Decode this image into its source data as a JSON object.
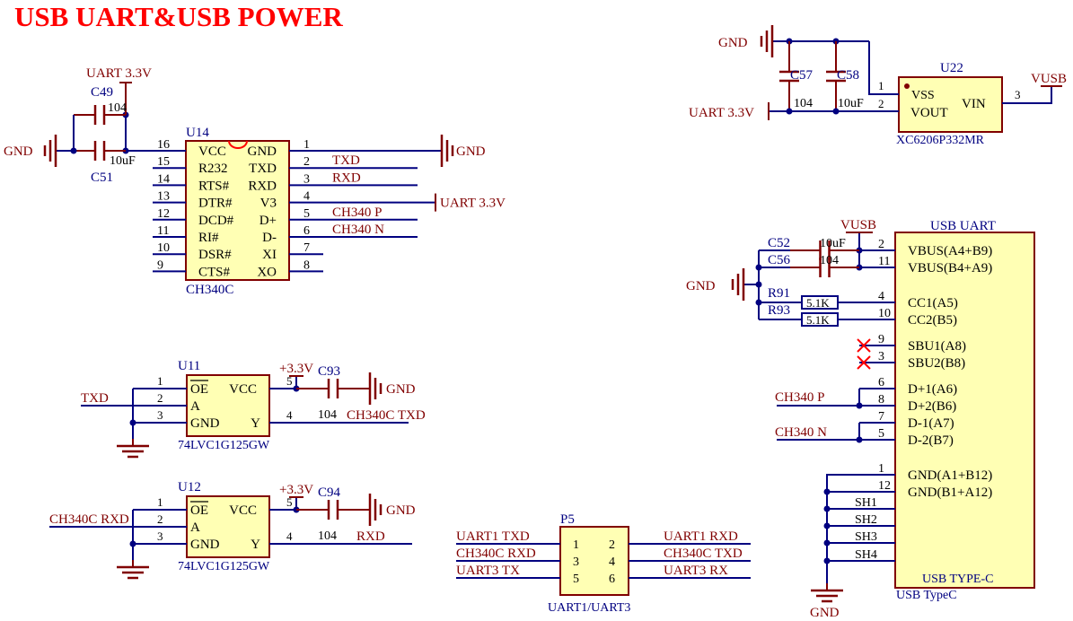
{
  "title": "USB UART&USB POWER",
  "colors": {
    "wire": "#000080",
    "part": "#800000",
    "fill": "#ffffb4",
    "text": "#000000",
    "netlabel": "#800000",
    "refdes": "#000080",
    "title": "#ff0000"
  },
  "power": {
    "gnd": "GND",
    "uart33": "UART_3.3V",
    "vusb": "VUSB",
    "p33": "+3.3V"
  },
  "caps": {
    "c49": "C49",
    "c49v": "104",
    "c51": "C51",
    "c51v": "10uF",
    "c57": "C57",
    "c57v": "104",
    "c58": "C58",
    "c58v": "10uF",
    "c52": "C52",
    "c52v": "10uF",
    "c56": "C56",
    "c56v": "104",
    "c93": "C93",
    "c93v": "104",
    "c94": "C94",
    "c94v": "104"
  },
  "resistors": {
    "r91": "R91",
    "r91v": "5.1K",
    "r93": "R93",
    "r93v": "5.1K"
  },
  "u14": {
    "ref": "U14",
    "name": "CH340C",
    "left": [
      {
        "n": "16",
        "l": "VCC"
      },
      {
        "n": "15",
        "l": "R232"
      },
      {
        "n": "14",
        "l": "RTS#"
      },
      {
        "n": "13",
        "l": "DTR#"
      },
      {
        "n": "12",
        "l": "DCD#"
      },
      {
        "n": "11",
        "l": "RI#"
      },
      {
        "n": "10",
        "l": "DSR#"
      },
      {
        "n": "9",
        "l": "CTS#"
      }
    ],
    "right": [
      {
        "n": "1",
        "l": "GND"
      },
      {
        "n": "2",
        "l": "TXD"
      },
      {
        "n": "3",
        "l": "RXD"
      },
      {
        "n": "4",
        "l": "V3"
      },
      {
        "n": "5",
        "l": "D+"
      },
      {
        "n": "6",
        "l": "D-"
      },
      {
        "n": "7",
        "l": "XI"
      },
      {
        "n": "8",
        "l": "XO"
      }
    ],
    "nets": [
      "TXD",
      "RXD",
      "CH340_P",
      "CH340_N"
    ]
  },
  "u22": {
    "ref": "U22",
    "name": "XC6206P332MR",
    "p1": "1",
    "p2": "2",
    "p3": "3",
    "vss": "VSS",
    "vout": "VOUT",
    "vin": "VIN"
  },
  "u11": {
    "ref": "U11",
    "name": "74LVC1G125GW",
    "in_net": "TXD",
    "out_net": "CH340C_TXD"
  },
  "u12": {
    "ref": "U12",
    "name": "74LVC1G125GW",
    "in_net": "CH340C_RXD",
    "out_net": "RXD"
  },
  "buf_pins": {
    "p1": "1",
    "p2": "2",
    "p3": "3",
    "p4": "4",
    "p5": "5",
    "oe": "OE",
    "a": "A",
    "gnd": "GND",
    "vcc": "VCC",
    "y": "Y"
  },
  "usb": {
    "ref": "USB_UART",
    "name": "USB TYPE-C",
    "comment": "USB TypeC",
    "pins": [
      {
        "n": "2",
        "l": "VBUS(A4+B9)"
      },
      {
        "n": "11",
        "l": "VBUS(B4+A9)"
      },
      {
        "n": "4",
        "l": "CC1(A5)"
      },
      {
        "n": "10",
        "l": "CC2(B5)"
      },
      {
        "n": "9",
        "l": "SBU1(A8)"
      },
      {
        "n": "3",
        "l": "SBU2(B8)"
      },
      {
        "n": "6",
        "l": "D+1(A6)"
      },
      {
        "n": "8",
        "l": "D+2(B6)"
      },
      {
        "n": "7",
        "l": "D-1(A7)"
      },
      {
        "n": "5",
        "l": "D-2(B7)"
      },
      {
        "n": "1",
        "l": "GND(A1+B12)"
      },
      {
        "n": "12",
        "l": "GND(B1+A12)"
      },
      {
        "n": "SH1",
        "l": ""
      },
      {
        "n": "SH2",
        "l": ""
      },
      {
        "n": "SH3",
        "l": ""
      },
      {
        "n": "SH4",
        "l": ""
      }
    ],
    "nets": [
      "CH340_P",
      "CH340_N"
    ]
  },
  "p5": {
    "ref": "P5",
    "name": "UART1/UART3",
    "pins": [
      {
        "n": "1",
        "net": "UART1_TXD"
      },
      {
        "n": "2",
        "net": "UART1_RXD"
      },
      {
        "n": "3",
        "net": "CH340C_RXD"
      },
      {
        "n": "4",
        "net": "CH340C_TXD"
      },
      {
        "n": "5",
        "net": "UART3_TX"
      },
      {
        "n": "6",
        "net": "UART3_RX"
      }
    ]
  }
}
